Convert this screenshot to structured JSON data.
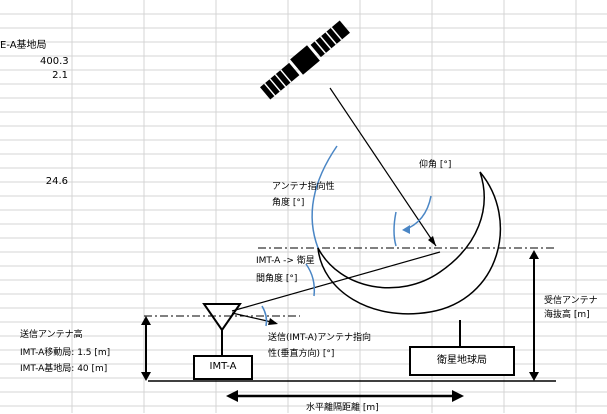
{
  "cells": {
    "header": "E-A基地局",
    "v1": "400.3",
    "v2": "2.1",
    "v3": "24.6"
  },
  "labels": {
    "elevation": "仰角 [°]",
    "antenna_dir_1": "アンテナ指向性",
    "antenna_dir_2": "角度 [°]",
    "imt_to_sat_1": "IMT-A -> 衛星",
    "imt_to_sat_2": "間角度 [°]",
    "tx_dir_1": "送信(IMT-A)アンテナ指向",
    "tx_dir_2": "性(垂直方向) [°]",
    "tx_height": "送信アンテナ高",
    "tx_mobile": "IMT-A移動局: 1.5 [m]",
    "tx_base": "IMT-A基地局: 40 [m]",
    "rx_height_1": "受信アンテナ",
    "rx_height_2": "海抜高 [m]",
    "horizontal_distance": "水平離隔距離 [m]"
  },
  "boxes": {
    "imt_a": "IMT-A",
    "earth_station": "衛星地球局"
  },
  "colors": {
    "grid": "#d4d4d4",
    "line": "#000000",
    "arc": "#4a86c5",
    "background": "#ffffff"
  }
}
